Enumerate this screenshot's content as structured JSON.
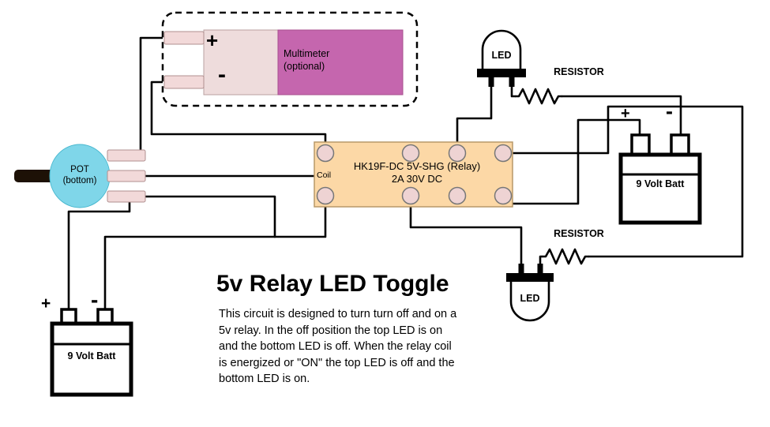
{
  "title_block": {
    "title": "5v Relay LED Toggle",
    "description": "This circuit is designed to turn turn off and on a\n5v relay. In the off position the top LED is on\nand the bottom LED is off. When the relay coil\nis energized or \"ON\" the top LED is off and the\nbottom LED is on."
  },
  "components": {
    "multimeter": {
      "label": "Multimeter\n(optional)",
      "plus": "+",
      "minus": "-"
    },
    "pot": {
      "label": "POT\n(bottom)"
    },
    "relay": {
      "coil": "Coil",
      "label": "HK19F-DC 5V-SHG (Relay)\n2A 30V DC"
    },
    "led_top": {
      "label": "LED"
    },
    "resistor_top": {
      "label": "RESISTOR"
    },
    "battery_right": {
      "label": "9 Volt Batt",
      "plus": "+",
      "minus": "-"
    },
    "resistor_bottom": {
      "label": "RESISTOR"
    },
    "led_bottom": {
      "label": "LED"
    },
    "battery_left": {
      "label": "9 Volt Batt",
      "plus": "+",
      "minus": "-"
    }
  },
  "colors": {
    "wire": "#000000",
    "multimeter_probe_block": "#eedcdc",
    "multimeter_body": "#c566ae",
    "connector_tab": "#f2d9d9",
    "pot_body": "#7fd6e9",
    "pot_shaft": "#1d1106",
    "relay_body": "#fcd8a6",
    "relay_pin": "#eed3d3"
  }
}
